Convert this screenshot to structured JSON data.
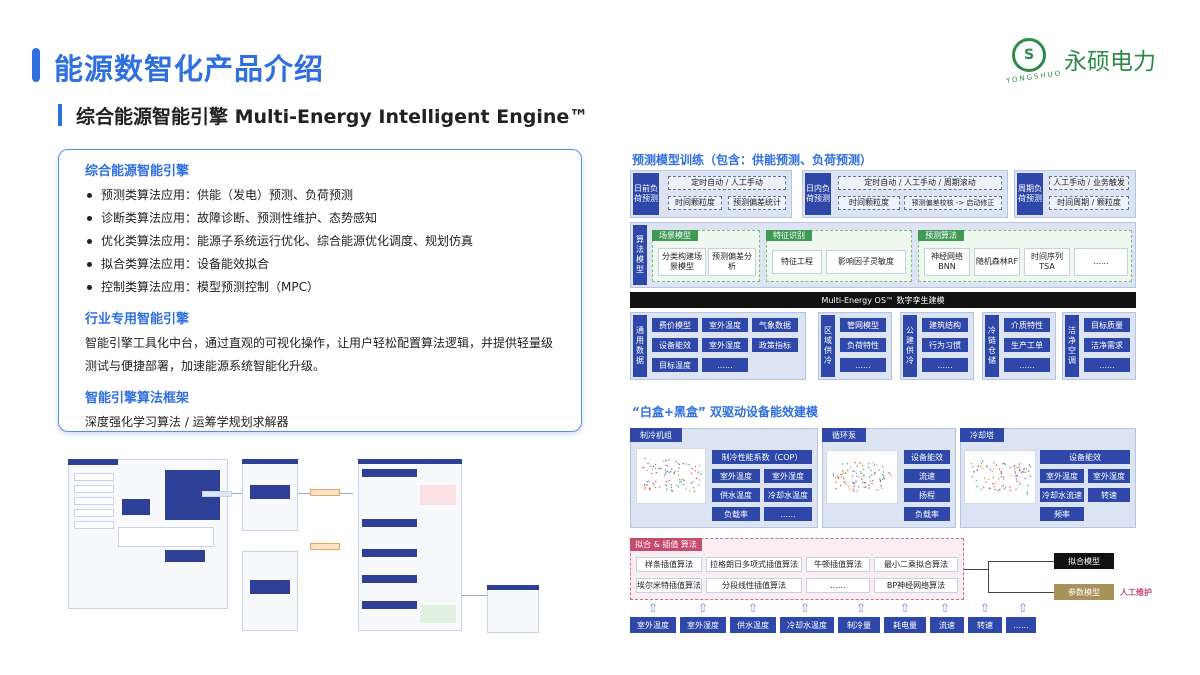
{
  "header": {
    "title": "能源数智化产品介绍",
    "logo_text": "永硕电力",
    "logo_sub": "YONGSHUO",
    "logo_mark": "S",
    "subtitle": "综合能源智能引擎 Multi-Energy Intelligent Engine™"
  },
  "card": {
    "sec1_title": "综合能源智能引擎",
    "sec1_items": [
      "预测类算法应用：供能（发电）预测、负荷预测",
      "诊断类算法应用：故障诊断、预测性维护、态势感知",
      "优化类算法应用：能源子系统运行优化、综合能源优化调度、规划仿真",
      "拟合类算法应用：设备能效拟合",
      "控制类算法应用：模型预测控制（MPC）"
    ],
    "sec2_title": "行业专用智能引擎",
    "sec2_text": "智能引擎工具化中台，通过直观的可视化操作，让用户轻松配置算法逻辑，并提供轻量级测试与便捷部署，加速能源系统智能化升级。",
    "sec3_title": "智能引擎算法框架",
    "sec3_text": "深度强化学习算法 / 运筹学规划求解器"
  },
  "forecast": {
    "title": "预测模型训练（包含：供能预测、负荷预测）",
    "groups": [
      {
        "nav": "日前负荷预测",
        "row1": "定时自动 / 人工手动",
        "row2a": "时间颗粒度",
        "row2b": "预测偏差统计"
      },
      {
        "nav": "日内负荷预测",
        "row1": "定时自动 / 人工手动 / 周期滚动",
        "row2a": "时间颗粒度",
        "row2b": "预测偏差校核 -> 启动修正"
      },
      {
        "nav": "周期负荷预测",
        "row1": "人工手动 / 业务触发",
        "row2a": "时间周期 / 颗粒度"
      }
    ],
    "algo_nav": "算法模型",
    "scene_tab": "场景模型",
    "scene_items": [
      "分类构建场景模型",
      "预测偏差分析"
    ],
    "feature_tab": "特征识别",
    "feature_items": [
      "特征工程",
      "影响因子灵敏度"
    ],
    "predict_tab": "预测算法",
    "predict_items": [
      "神经网络BNN",
      "随机森林RF",
      "时间序列TSA",
      "......"
    ],
    "os_bar": "Multi-Energy OS™ 数字孪生建模",
    "general_nav": "通用数据",
    "general_items": [
      "费价模型",
      "室外温度",
      "气象数据",
      "设备能效",
      "室外湿度",
      "政策指标",
      "目标温度",
      "......"
    ],
    "regional_nav": "区域供冷",
    "regional_items": [
      "管网模型",
      "负荷特性",
      "......"
    ],
    "public_nav": "公建供冷",
    "public_items": [
      "建筑结构",
      "行为习惯",
      "......"
    ],
    "storage_nav": "冷链仓储",
    "storage_items": [
      "介质特性",
      "生产工单",
      "......"
    ],
    "clean_nav": "洁净空调",
    "clean_items": [
      "目标质量",
      "洁净需求",
      "......"
    ]
  },
  "bw": {
    "title_q": "“白盒+黑盒”",
    "title_rest": " 双驱动设备能效建模",
    "chiller_tab": "制冷机组",
    "chiller_head": "制冷性能系数（COP）",
    "chiller_items": [
      "室外温度",
      "室外湿度",
      "供水温度",
      "冷却水温度",
      "负载率",
      "......"
    ],
    "pump_tab": "循环泵",
    "pump_items": [
      "设备能效",
      "流速",
      "扬程",
      "负载率"
    ],
    "tower_tab": "冷却塔",
    "tower_items": [
      "设备能效",
      "室外温度",
      "室外湿度",
      "冷却水流速",
      "转速",
      "频率"
    ],
    "fit_tab": "拟合 & 插值 算法",
    "fit_items": [
      "样条插值算法",
      "拉格朗日多项式插值算法",
      "牛顿插值算法",
      "最小二乘拟合算法",
      "埃尔米特插值算法",
      "分段线性插值算法",
      "......",
      "BP神经网络算法"
    ],
    "fit_model": "拟合模型",
    "param_model": "参数模型",
    "manual": "人工维护",
    "bottom_items": [
      "室外温度",
      "室外湿度",
      "供水温度",
      "冷却水温度",
      "制冷量",
      "耗电量",
      "流速",
      "转速",
      "......"
    ]
  }
}
